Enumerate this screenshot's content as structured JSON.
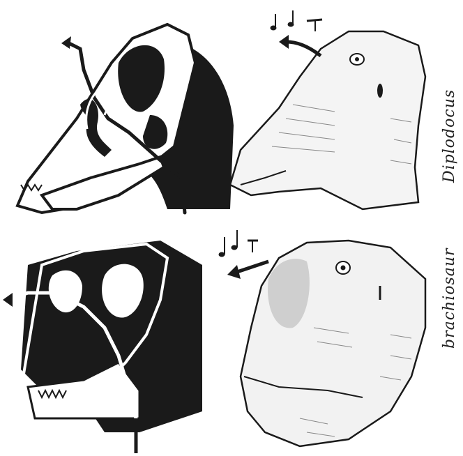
{
  "figure": {
    "labels": {
      "top": "Diplodocus",
      "bottom": "brachiosaur"
    },
    "panels": [
      {
        "name": "diplodocus-skull",
        "kind": "skull-cross-section"
      },
      {
        "name": "diplodocus-head",
        "kind": "head-illustration"
      },
      {
        "name": "brachiosaur-skull",
        "kind": "skull-cross-section"
      },
      {
        "name": "brachiosaur-head",
        "kind": "head-illustration"
      }
    ],
    "colors": {
      "ink": "#1a1a1a",
      "paper": "#ffffff"
    }
  }
}
